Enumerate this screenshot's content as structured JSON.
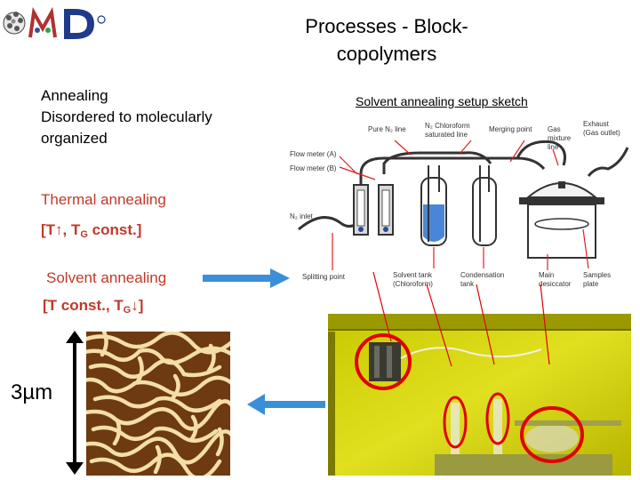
{
  "slide": {
    "title_line1": "Processes - Block-",
    "title_line2": "copolymers"
  },
  "left": {
    "annealing": "Annealing",
    "disordered_line1": "Disordered to molecularly",
    "disordered_line2": "organized",
    "thermal": "Thermal annealing",
    "thermal_cond_a": "[T↑, T",
    "thermal_cond_sub": "G",
    "thermal_cond_b": " const.]",
    "solvent": "Solvent annealing",
    "solvent_cond_a": "[T const., T",
    "solvent_cond_sub": "G",
    "solvent_cond_b": "↓]",
    "scale": "3µm"
  },
  "sketch": {
    "title": "Solvent annealing setup sketch",
    "labels": {
      "pure_n2": "Pure N₂ line",
      "n2_chloroform_1": "N₂ Chloroform",
      "n2_chloroform_2": "saturated line",
      "merging": "Merging point",
      "gas_1": "Gas",
      "gas_2": "mixture",
      "gas_3": "line",
      "exhaust_1": "Exhaust",
      "exhaust_2": "(Gas outlet)",
      "flow_a": "Flow meter (A)",
      "flow_b": "Flow meter (B)",
      "n2_inlet": "N₂ inlet",
      "splitting": "Splitting point",
      "solvent_tank_1": "Solvent tank",
      "solvent_tank_2": "(Chloroform)",
      "condensation_1": "Condensation",
      "condensation_2": "tank",
      "main_1": "Main",
      "main_2": "desiccator",
      "samples_1": "Samples",
      "samples_2": "plate"
    }
  },
  "colors": {
    "red_text": "#c0392b",
    "arrow_blue": "#3a8fd8",
    "photo_yellow": "#d4d400",
    "circle_red": "#e00000"
  }
}
